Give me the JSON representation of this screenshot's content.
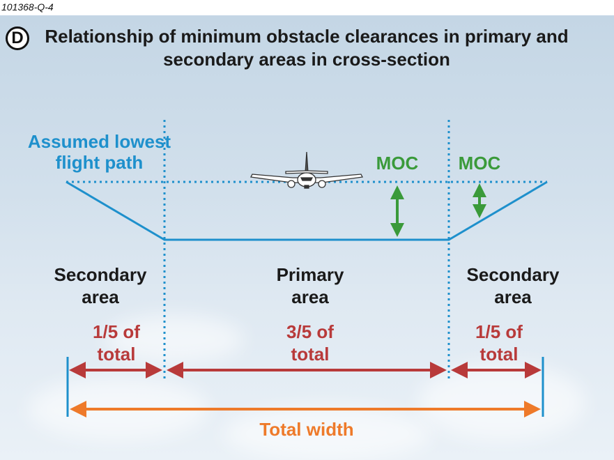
{
  "figure_id": "101368-Q-4",
  "badge": "D",
  "title": "Relationship of minimum obstacle clearances in primary\nand secondary areas in cross-section",
  "flight_path_label": "Assumed lowest\nflight path",
  "moc_labels": [
    "MOC",
    "MOC"
  ],
  "areas": [
    {
      "name": "Secondary\narea",
      "fraction": "1/5 of\ntotal"
    },
    {
      "name": "Primary\narea",
      "fraction": "3/5 of\ntotal"
    },
    {
      "name": "Secondary\narea",
      "fraction": "1/5 of\ntotal"
    }
  ],
  "total_label": "Total width",
  "colors": {
    "blue": "#1e90cc",
    "green": "#3a9a3a",
    "red": "#b83a3a",
    "orange": "#ee7a2a"
  }
}
